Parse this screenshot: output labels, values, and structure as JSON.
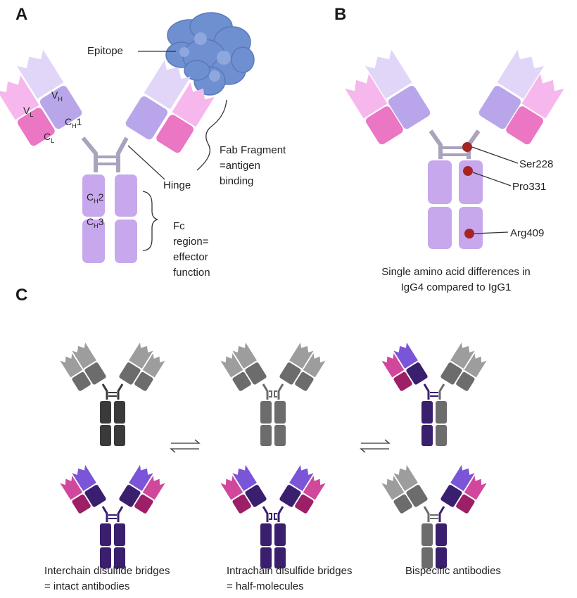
{
  "panels": {
    "a": {
      "letter": "A",
      "epitope": "Epitope",
      "fab_line1": "Fab Fragment",
      "fab_line2": "=antigen",
      "fab_line3": "binding",
      "hinge": "Hinge",
      "fc_line1": "Fc",
      "fc_line2": "region=",
      "fc_line3": "effector",
      "fc_line4": "function",
      "domains": {
        "vl": {
          "main": "V",
          "sub": "L"
        },
        "vh": {
          "main": "V",
          "sub": "H"
        },
        "cl": {
          "main": "C",
          "sub": "L"
        },
        "ch1": {
          "main": "C",
          "sub": "H",
          "suffix": "1"
        },
        "ch2": {
          "main": "C",
          "sub": "H",
          "suffix": "2"
        },
        "ch3": {
          "main": "C",
          "sub": "H",
          "suffix": "3"
        }
      }
    },
    "b": {
      "letter": "B",
      "ser228": "Ser228",
      "pro331": "Pro331",
      "arg409": "Arg409",
      "caption_line1": "Single amino acid differences in",
      "caption_line2": "IgG4 compared to IgG1"
    },
    "c": {
      "letter": "C",
      "caption1_line1": "Interchain disulfide bridges",
      "caption1_line2": "= intact antibodies",
      "caption2_line1": "Intrachain disulfide bridges",
      "caption2_line2": "= half-molecules",
      "caption3": "Bispecific antibodies"
    }
  },
  "colors": {
    "light_lavender": "#e2d6f8",
    "lavender": "#b9a6ea",
    "light_pink": "#f6b8ec",
    "pink": "#ea76c4",
    "fc_lilac": "#c8a8ec",
    "hinge_gray": "#a9a3bd",
    "epitope_blue": "#6e8fd0",
    "marker_red": "#a52526",
    "dark_gray": "#3a3a3a",
    "mid_gray": "#6c6c6c",
    "light_gray": "#9d9d9d",
    "deep_purple": "#3a1f6e",
    "violet": "#7a55d8",
    "magenta": "#9c1f68",
    "orchid": "#d0479c"
  }
}
